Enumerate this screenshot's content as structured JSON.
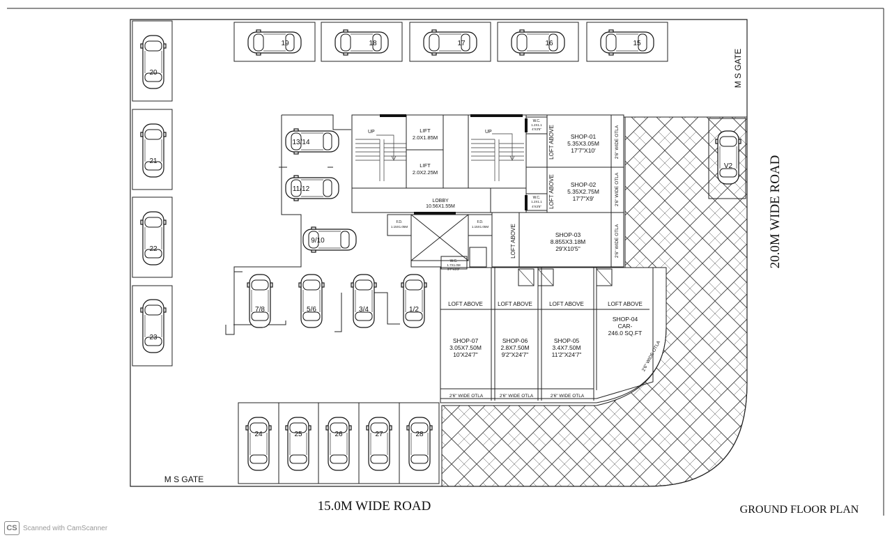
{
  "labels": {
    "road_bottom": "15.0M WIDE ROAD",
    "road_right": "20.0M WIDE ROAD",
    "plan_title": "GROUND FLOOR PLAN",
    "gate_top": "M S GATE",
    "gate_bottom": "M S GATE",
    "lobby": "LOBBY",
    "lobby_size": "10.56X1.55M",
    "lift_a": "LIFT",
    "lift_a_size": "2.0X1.85M",
    "lift_b": "LIFT",
    "lift_b_size": "2.0X2.25M",
    "up": "UP",
    "fd": "F.D.",
    "fd_size": "1.15X1.05M",
    "wc": "W.C.",
    "wc_size_a": "1.2X1.1",
    "wc_size_a2": "4'X3'5\"",
    "wc_size_b": "1.2X1.1",
    "wc_size_b2": "4'X3'5\"",
    "wc_lobby_size": "1.7X1.0M",
    "wc_lobby_size2": "5'7\"X3'3\"",
    "loft_above": "LOFT ABOVE",
    "otla_26": "2'6\" WIDE OTLA",
    "scanner": "Scanned with CamScanner",
    "scanner_logo": "CS"
  },
  "shops": [
    {
      "id": "shop-01",
      "name": "SHOP-01",
      "size_m": "5.35X3.05M",
      "size_ft": "17'7\"X10'"
    },
    {
      "id": "shop-02",
      "name": "SHOP-02",
      "size_m": "5.35X2.75M",
      "size_ft": "17'7\"X9'"
    },
    {
      "id": "shop-03",
      "name": "SHOP-03",
      "size_m": "8.855X3.18M",
      "size_ft": "29'X10'5\""
    },
    {
      "id": "shop-04",
      "name": "SHOP-04",
      "size_m": "CAR-",
      "size_ft": "246.0 SQ.FT"
    },
    {
      "id": "shop-05",
      "name": "SHOP-05",
      "size_m": "3.4X7.50M",
      "size_ft": "11'2\"X24'7\""
    },
    {
      "id": "shop-06",
      "name": "SHOP-06",
      "size_m": "2.8X7.50M",
      "size_ft": "9'2\"X24'7\""
    },
    {
      "id": "shop-07",
      "name": "SHOP-07",
      "size_m": "3.05X7.50M",
      "size_ft": "10'X24'7\""
    }
  ],
  "parking": {
    "top_row": [
      "19",
      "18",
      "17",
      "16",
      "15"
    ],
    "left_column": [
      "20",
      "21",
      "22",
      "23"
    ],
    "bottom_row": [
      "24",
      "25",
      "26",
      "27",
      "28"
    ],
    "inner_vertical": [
      "7/8",
      "5/6",
      "3/4",
      "1/2"
    ],
    "inner_horizontal": [
      "13/14",
      "11/12",
      "9/10"
    ],
    "visitor": "V2"
  }
}
